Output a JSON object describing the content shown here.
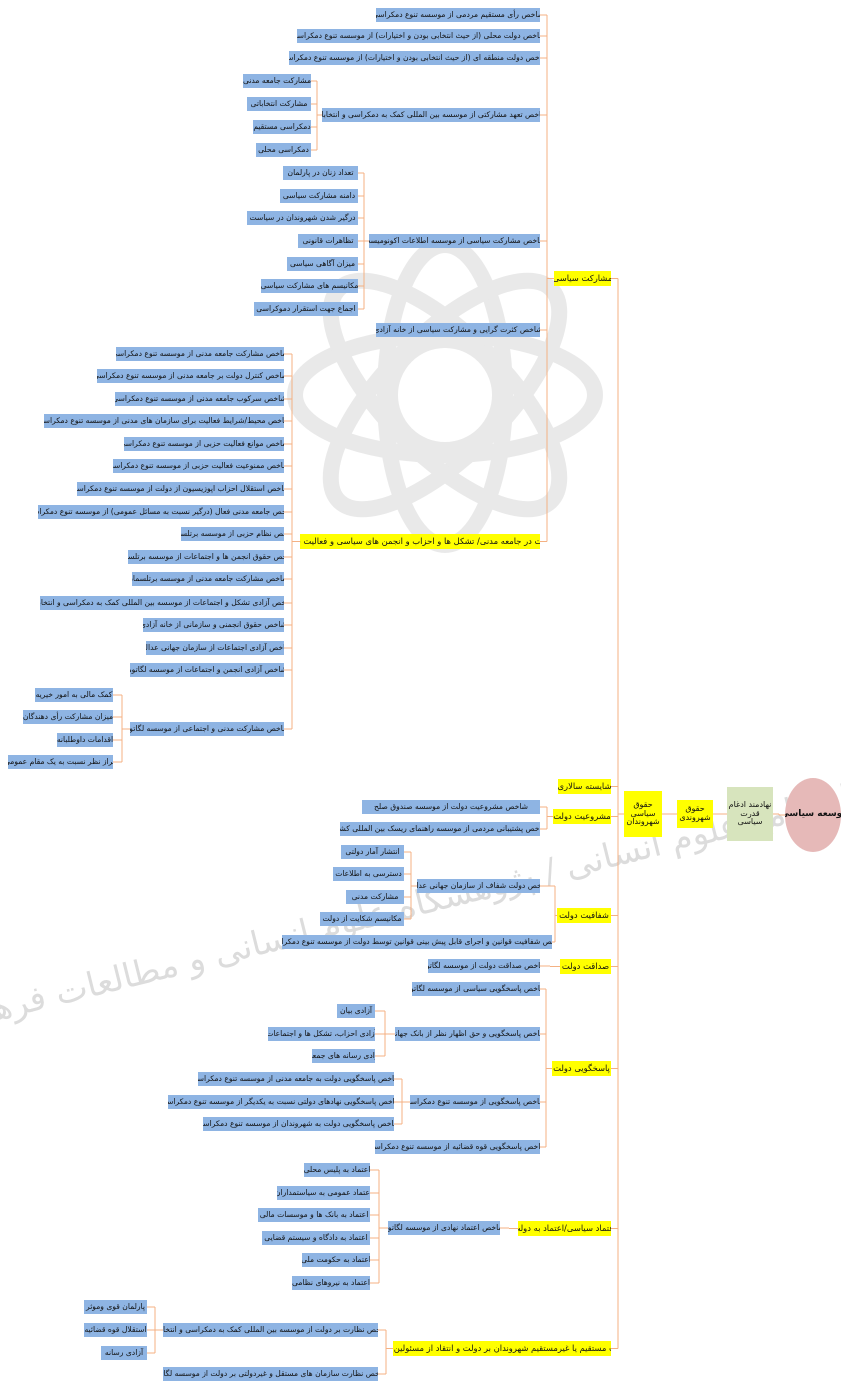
{
  "watermark": {
    "text": "پرتال جامع علوم انسانی / پژوهشگاه علوم انسانی و مطالعات فرهنگی",
    "color": "#d9d9d9"
  },
  "colors": {
    "leaf": "#8eb4e3",
    "category": "#ffff00",
    "concept": "#d7e4bd",
    "root": "#e6b9b8",
    "line": "#f4b183"
  },
  "root": {
    "label": "توسعه سیاسی"
  },
  "concept": {
    "label": "نهادمند ادغام قدرت سیاسی"
  },
  "citizen_rights": {
    "label": "حقوق شهروندی"
  },
  "political_rights": {
    "label": "حقوق سیاسی شهروندان"
  },
  "categories": {
    "participation": "مشارکت سیاسی",
    "civil": "مشارکت در جامعه مدنی/ تشکل ها و احزاب و انجمن های سیاسی و فعالیت سیاسی",
    "meritocracy": "شایسته سالاری",
    "legitimacy": "مشروعیت دولت",
    "transparency": "شفافیت دولت",
    "honesty": "صداقت دولت",
    "responsiveness": "پاسخگویی دولت",
    "trust": "اعتماد سیاسی/اعتماد به دولت",
    "oversight": "نظارت مستقیم یا غیرمستقیم شهروندان بر دولت و انتقاد از مسئولین دولتی"
  },
  "participation": {
    "idx1": "شاخص رأی مستقیم مردمی از موسسه تنوع دمکراسی",
    "idx2": "شاخص دولت محلی (از حیث انتخابی بودن و اختیارات) از موسسه تنوع دمکراسی",
    "idx3": "شاخص دولت منطقه ای (از حیث انتخابی بودن و اختیارات) از موسسه تنوع دمکراسی",
    "idx4": "شاخص تعهد مشارکتی از موسسه بین المللی کمک به دمکراسی و انتخابات",
    "idx4_children": [
      "مشارکت جامعه مدنی",
      "مشارکت انتخاباتی",
      "دمکراسی مستقیم",
      "دمکراسی محلی"
    ],
    "idx5": "شاخص مشارکت سیاسی از موسسه اطلاعات اکونومیست",
    "idx5_children": [
      "تعداد زنان در پارلمان",
      "دامنه مشارکت سیاسی",
      "درگیر شدن شهروندان در سیاست",
      "تظاهرات قانونی",
      "میزان آگاهی سیاسی",
      "مکانیسم های مشارکت سیاسی",
      "اجماع جهت استقرار دموکراسی"
    ],
    "idx6": "شاخص کثرت گرایی و مشارکت سیاسی از خانه آزادی"
  },
  "civil": {
    "items": [
      "شاخص مشارکت جامعه مدنی از موسسه تنوع دمکراسی",
      "شاخص کنترل دولت بر جامعه مدنی از موسسه تنوع دمکراسی",
      "شاخص سرکوب جامعه مدنی از موسسه تنوع دمکراسی",
      "شاخص محیط/شرایط فعالیت برای سازمان های مدنی از موسسه تنوع دمکراسی",
      "شاخص موانع فعالیت حزبی از موسسه تنوع دمکراسی",
      "شاخص ممنوعیت فعالیت حزبی از موسسه تنوع دمکراسی",
      "شاخص استقلال احزاب اپوزیسیون از دولت از موسسه تنوع دمکراسی",
      "شاخص جامعه مدنی فعال (درگیر نسبت به مسائل عمومی) از موسسه تنوع دمکراسی",
      "شاخص نظام حزبی از موسسه برتلسمان",
      "شاخص حقوق انجمن ها و اجتماعات از موسسه برتلسمان",
      "شاخص مشارکت جامعه مدنی از موسسه برتلسمان",
      "شاخص آزادی تشکل و اجتماعات از موسسه بین المللی کمک به دمکراسی و انتخابات",
      "شاخص حقوق انجمنی و سازمانی از خانه آزادی",
      "شاخص آزادی اجتماعات از سازمان جهانی عدالت",
      "شاخص آزادی انجمن و اجتماعات از موسسه لگاتوم"
    ],
    "last": "شاخص مشارکت مدنی و اجتماعی از موسسه لگاتوم",
    "last_children": [
      "کمک مالی به امور خیریه",
      "میزان مشارکت رأی دهندگان",
      "اقدامات داوطلبانه",
      "ابراز نظر نسبت به یک مقام عمومی"
    ]
  },
  "legitimacy": {
    "items": [
      "شاخص مشروعیت دولت از موسسه صندوق صلح",
      "شاخص پشتیبانی مردمی از موسسه راهنمای ریسک بین المللی کشور"
    ]
  },
  "transparency": {
    "idx1": "شاخص دولت شفاف از سازمان جهانی عدالت",
    "idx1_children": [
      "انتشار آمار دولتی",
      "دسترسی به اطلاعات",
      "مشارکت مدنی",
      "مکانیسم شکایت از دولت"
    ],
    "idx2": "شاخص شفافیت قوانین و اجرای قابل پیش بینی قوانین توسط دولت از موسسه تنوع دمکراسی"
  },
  "honesty": {
    "idx1": "شاخص صداقت دولت از موسسه لگاتوم"
  },
  "responsiveness": {
    "idx1": "شاخص پاسخگویی سیاسی از موسسه لگاتوم",
    "idx2": "شاخص پاسخگویی و حق اظهار نظر از بانک جهانی",
    "idx2_children": [
      "آزادی بیان",
      "آزادی احزاب، تشکل ها و اجتماعات",
      "آزادی رسانه های جمعی"
    ],
    "idx3": "شاخص پاسخگویی از موسسه تنوع دمکراسی",
    "idx3_children": [
      "شاخص پاسخگویی دولت به جامعه مدنی از موسسه تنوع دمکراسی",
      "شاخص پاسخگویی نهادهای دولتی نسبت به یکدیگر از موسسه تنوع دمکراسی",
      "شاخص پاسخگویی دولت به شهروندان از موسسه تنوع دمکراسی"
    ],
    "idx4": "شاخص پاسخگویی قوه قضائیه از موسسه تنوع دمکراسی"
  },
  "trust": {
    "idx1": "شاخص اعتماد نهادی از موسسه لگاتوم",
    "idx1_children": [
      "اعتماد به پلیس محلی",
      "اعتماد عمومی به سیاستمداران",
      "اعتماد به بانک ها و موسسات مالی",
      "اعتماد به دادگاه و سیستم قضایی",
      "اعتماد به حکومت ملی",
      "اعتماد به نیروهای نظامی"
    ]
  },
  "oversight": {
    "idx1": "شاخص نظارت بر دولت از موسسه بین المللی کمک به دمکراسی و انتخابات",
    "idx1_children": [
      "پارلمان قوی وموثر",
      "استقلال قوه قضائیه",
      "آزادی رسانه"
    ],
    "idx2": "شاخص نظارت سازمان های مستقل و غیردولتی بر دولت از موسسه لگاتوم"
  }
}
